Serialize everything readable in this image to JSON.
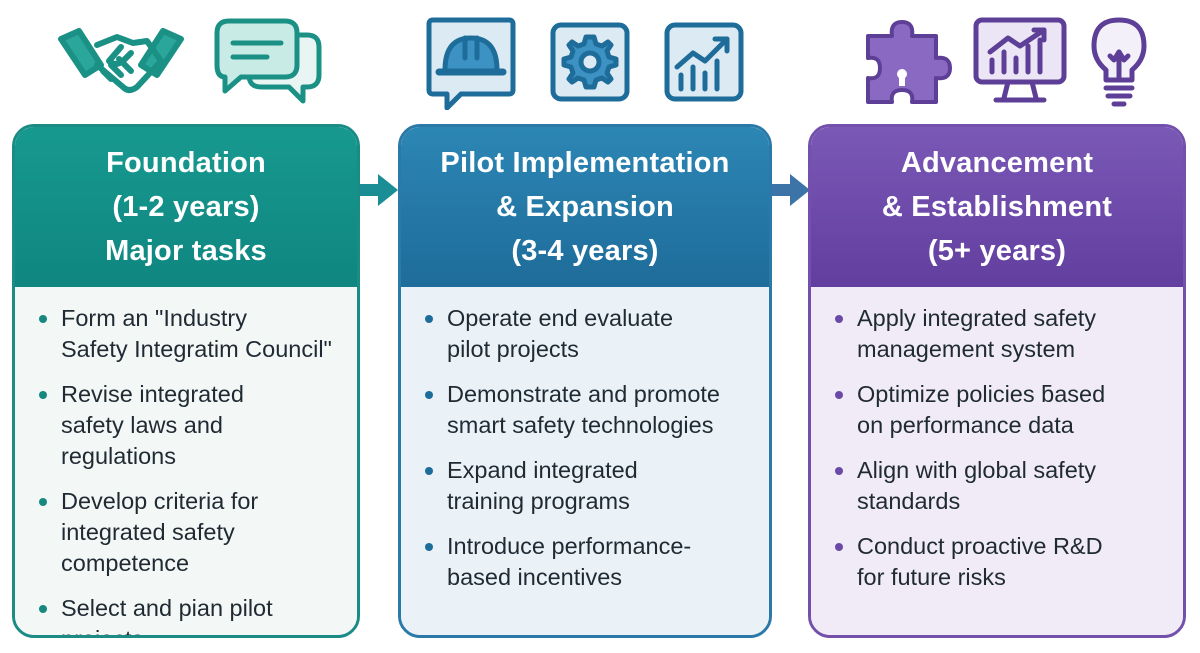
{
  "colors": {
    "teal": "#17998f",
    "blue": "#2c86b4",
    "purple": "#7a58b6"
  },
  "icons": [
    [
      "handshake-icon",
      "speech-bubbles-icon"
    ],
    [
      "hard-hat-icon",
      "gear-icon",
      "growth-chart-icon"
    ],
    [
      "puzzle-piece-icon",
      "monitor-chart-icon",
      "light-bulb-icon"
    ]
  ],
  "stages": [
    {
      "title_lines": [
        "Foundation",
        "(1-2 years)",
        "Major tasks"
      ],
      "tasks": [
        "Form an \"Industry\nSafety Integratim Council\"",
        "Revise integrated\nsafety laws and regulations",
        "Develop criteria for\nintegrated safety\ncompetence",
        "Select and pian pilot\nprojects"
      ]
    },
    {
      "title_lines": [
        "Pilot Implementation",
        "& Expansion",
        "(3-4 years)"
      ],
      "tasks": [
        "Operate end evaluate\npilot projects",
        "Demonstrate and promote\nsmart safety technologies",
        "Expand integrated\ntraining programs",
        "Introduce performance-\nbased incentives"
      ]
    },
    {
      "title_lines": [
        "Advancement",
        "& Establishment",
        "(5+ years)"
      ],
      "tasks": [
        "Apply integrated safety\nmanagement system",
        "Optimize policies ƃased\non performance data",
        "Align with global safety\nstandards",
        "Conduct proactive R&D\nfor future risks"
      ]
    }
  ]
}
